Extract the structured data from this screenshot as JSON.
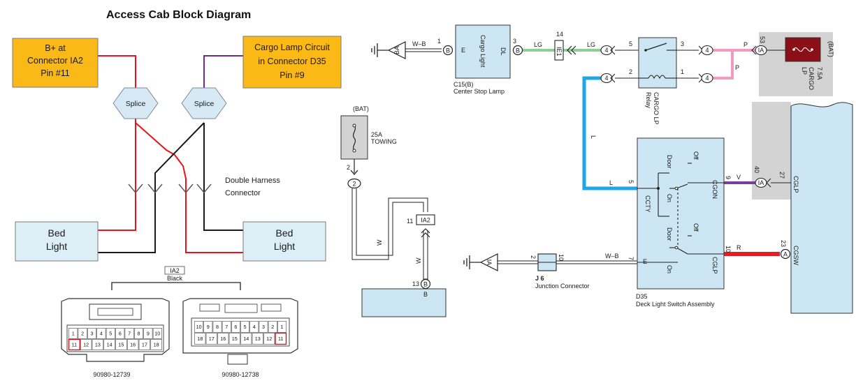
{
  "title": "Access Cab Block Diagram",
  "left": {
    "box_b_plus": [
      "B+ at",
      "Connector IA2",
      "Pin #11"
    ],
    "box_cargo": [
      "Cargo Lamp Circuit",
      "in Connector D35",
      "Pin #9"
    ],
    "splice_label": "Splice",
    "harness_label": [
      "Double Harness",
      "Connector"
    ],
    "bed_light": [
      "Bed",
      "Light"
    ],
    "ia2_tag": "IA2",
    "black_tag": "Black",
    "connector_a": {
      "row1": [
        "1",
        "2",
        "3",
        "4",
        "5",
        "6",
        "7",
        "8",
        "9",
        "10"
      ],
      "row2": [
        "11",
        "12",
        "13",
        "14",
        "15",
        "16",
        "17",
        "18"
      ],
      "part": "90980-12739"
    },
    "connector_b": {
      "row1": [
        "10",
        "9",
        "8",
        "7",
        "6",
        "5",
        "4",
        "3",
        "2",
        "1"
      ],
      "row2": [
        "18",
        "17",
        "16",
        "15",
        "14",
        "13",
        "12",
        "11"
      ],
      "part": "90980-12738"
    }
  },
  "mid": {
    "bat": "(BAT)",
    "fuse_amp": "25A",
    "fuse_name": "TOWING",
    "pin2": "2",
    "pin11": "11",
    "ia2": "IA2",
    "pin13": "13",
    "wire_w": "W",
    "b_letter": "B",
    "circle_2": "2"
  },
  "right": {
    "ground_ba": "BA",
    "wire_wb": "W–B",
    "cargo_light": "Cargo Light",
    "pin1": "1",
    "pin3": "3",
    "term_e": "E",
    "term_dl": "DL",
    "circle_b": "B",
    "c15_label": "C15(B)",
    "c15_name": "Center Stop Lamp",
    "wire_lg": "LG",
    "ie1_pin": "14",
    "ie1": "IE1",
    "circle_4": "4",
    "relay_pins": [
      "5",
      "3",
      "2",
      "1"
    ],
    "relay_name": [
      "CARGO LP",
      "Relay"
    ],
    "wire_p": "P",
    "pin53": "53",
    "ia_tag": "IA",
    "fuse_bat": "(BAT)",
    "fuse_amp": "7.5A",
    "fuse_name": [
      "CARGO",
      "LP"
    ],
    "wire_l": "L",
    "d35_pins": {
      "cgon": "9",
      "ccty": "5",
      "cglp": "10",
      "e": "7"
    },
    "door": "Door",
    "off": "Off",
    "on": "On",
    "cgon": "CGON",
    "ccty": "CCTY",
    "cglp": "CGLP",
    "e": "E",
    "wire_v": "V",
    "pin40": "40",
    "pin27": "27",
    "cglp_ecu": "CGLP",
    "wire_r": "R",
    "pin23": "23",
    "circle_a": "A",
    "cgsw": "CGSW",
    "ground_ia": "IA",
    "j6_pin_l": "2",
    "j6_pin_r": "10",
    "j6_label": "J 6",
    "j6_name": "Junction Connector",
    "d35_label": "D35",
    "d35_name": "Deck Light Switch Assembly"
  },
  "colors": {
    "orange_box": "#FBB917",
    "blue_box": "#DCEEF6",
    "hex": "#D7E9F4",
    "red_wire": "#E8141C",
    "purple_wire": "#6A2C91",
    "lg_wire": "#8FCD96",
    "l_wire": "#1EA6E6",
    "p_wire": "#F29BBF",
    "v_wire": "#7D3D9C",
    "r_wire": "#E31E24",
    "gray_bg": "#D3D3D3",
    "cargo_fuse": "#8B0F17"
  }
}
